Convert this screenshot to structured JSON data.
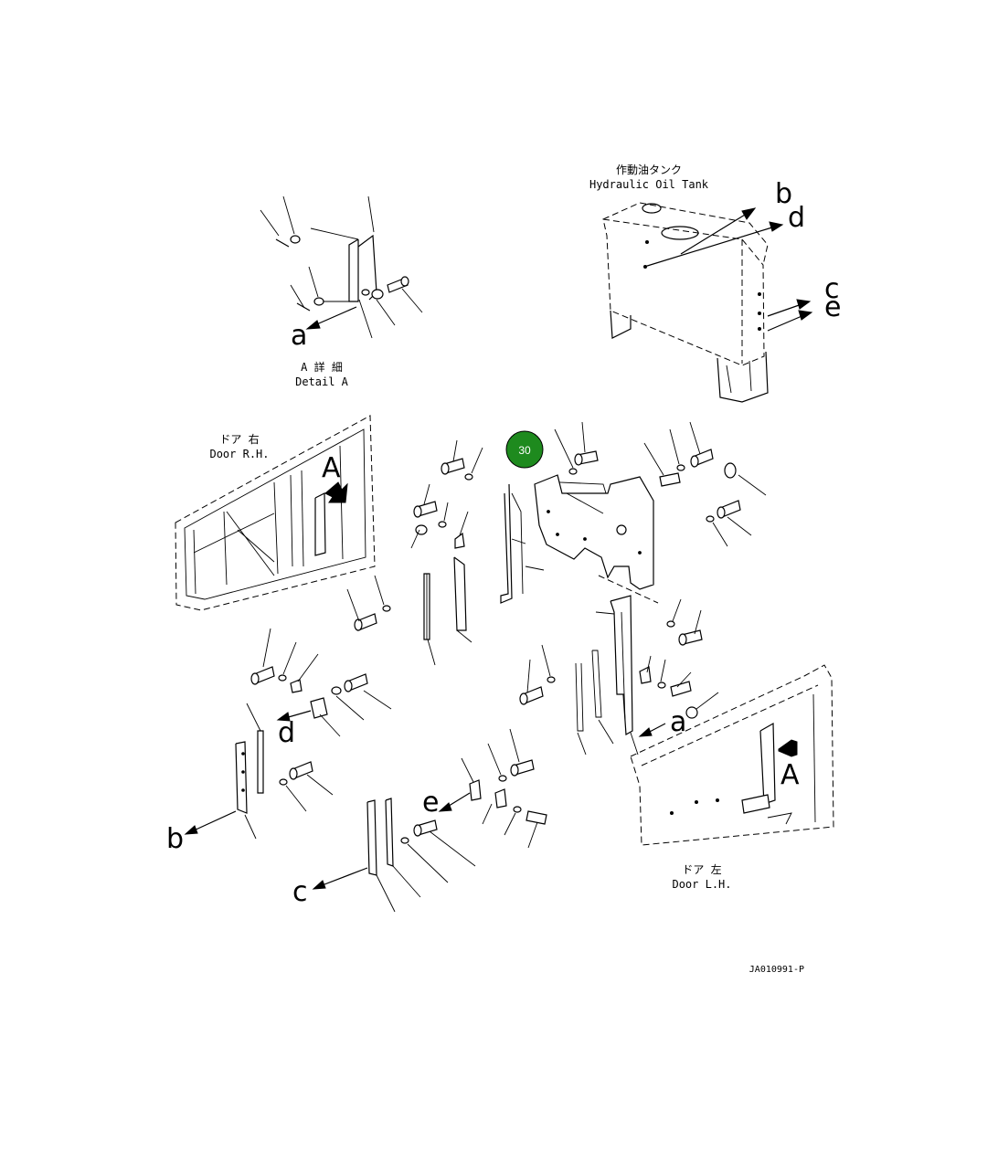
{
  "drawing_code": "JA010991-P",
  "callout": {
    "number": "30",
    "color": "#1e8a1e"
  },
  "labels": {
    "tank_jp": "作動油タンク",
    "tank_en": "Hydraulic Oil Tank",
    "detail_jp": "A 詳 細",
    "detail_en": "Detail A",
    "door_rh_jp": "ドア 右",
    "door_rh_en": "Door R.H.",
    "door_lh_jp": "ドア 左",
    "door_lh_en": "Door L.H."
  },
  "letters": {
    "a_detail": "a",
    "a_main": "a",
    "b_tank": "b",
    "b_low": "b",
    "c_tank": "c",
    "c_low": "c",
    "d_tank": "d",
    "d_low": "d",
    "e_tank": "e",
    "e_low": "e",
    "A_rh": "A",
    "A_lh": "A"
  }
}
